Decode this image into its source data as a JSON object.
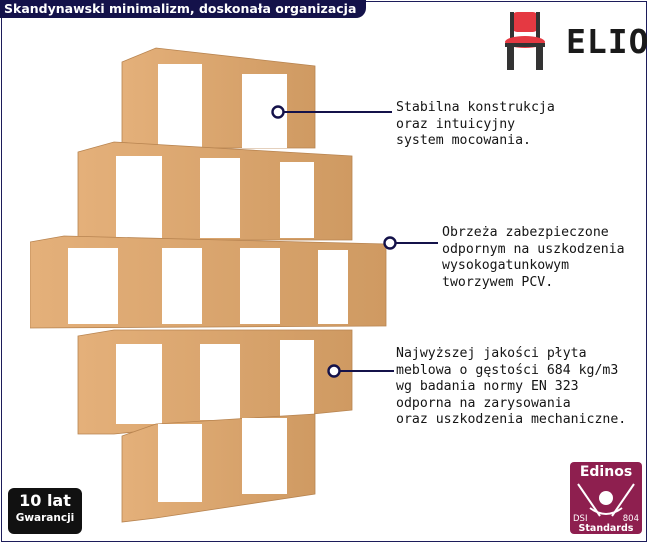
{
  "header": {
    "title": "Skandynawski minimalizm, doskonała organizacja"
  },
  "brand": {
    "logo_text": "ELIOR"
  },
  "callouts": [
    {
      "text": "Stabilna konstrukcja\noraz intuicyjny\nsystem mocowania."
    },
    {
      "text": "Obrzeża zabezpieczone\nodpornym na uszkodzenia\nwysokogatunkowym\ntworzywem PCV."
    },
    {
      "text": "Najwyższej jakości płyta\nmeblowa o gęstości 684 kg/m3\nwg badania normy EN 323\nodporna na zarysowania\noraz uszkodzenia mechaniczne."
    }
  ],
  "warranty": {
    "line1": "10 lat",
    "line2": "Gwarancji"
  },
  "certificate": {
    "title": "Edinos",
    "left": "DSI",
    "right": "804",
    "bottom": "Standards"
  },
  "colors": {
    "header_bg": "#14124a",
    "badge_bg": "#8e1f4f",
    "wood": "#d9a56b",
    "wood_dark": "#c08a52"
  }
}
